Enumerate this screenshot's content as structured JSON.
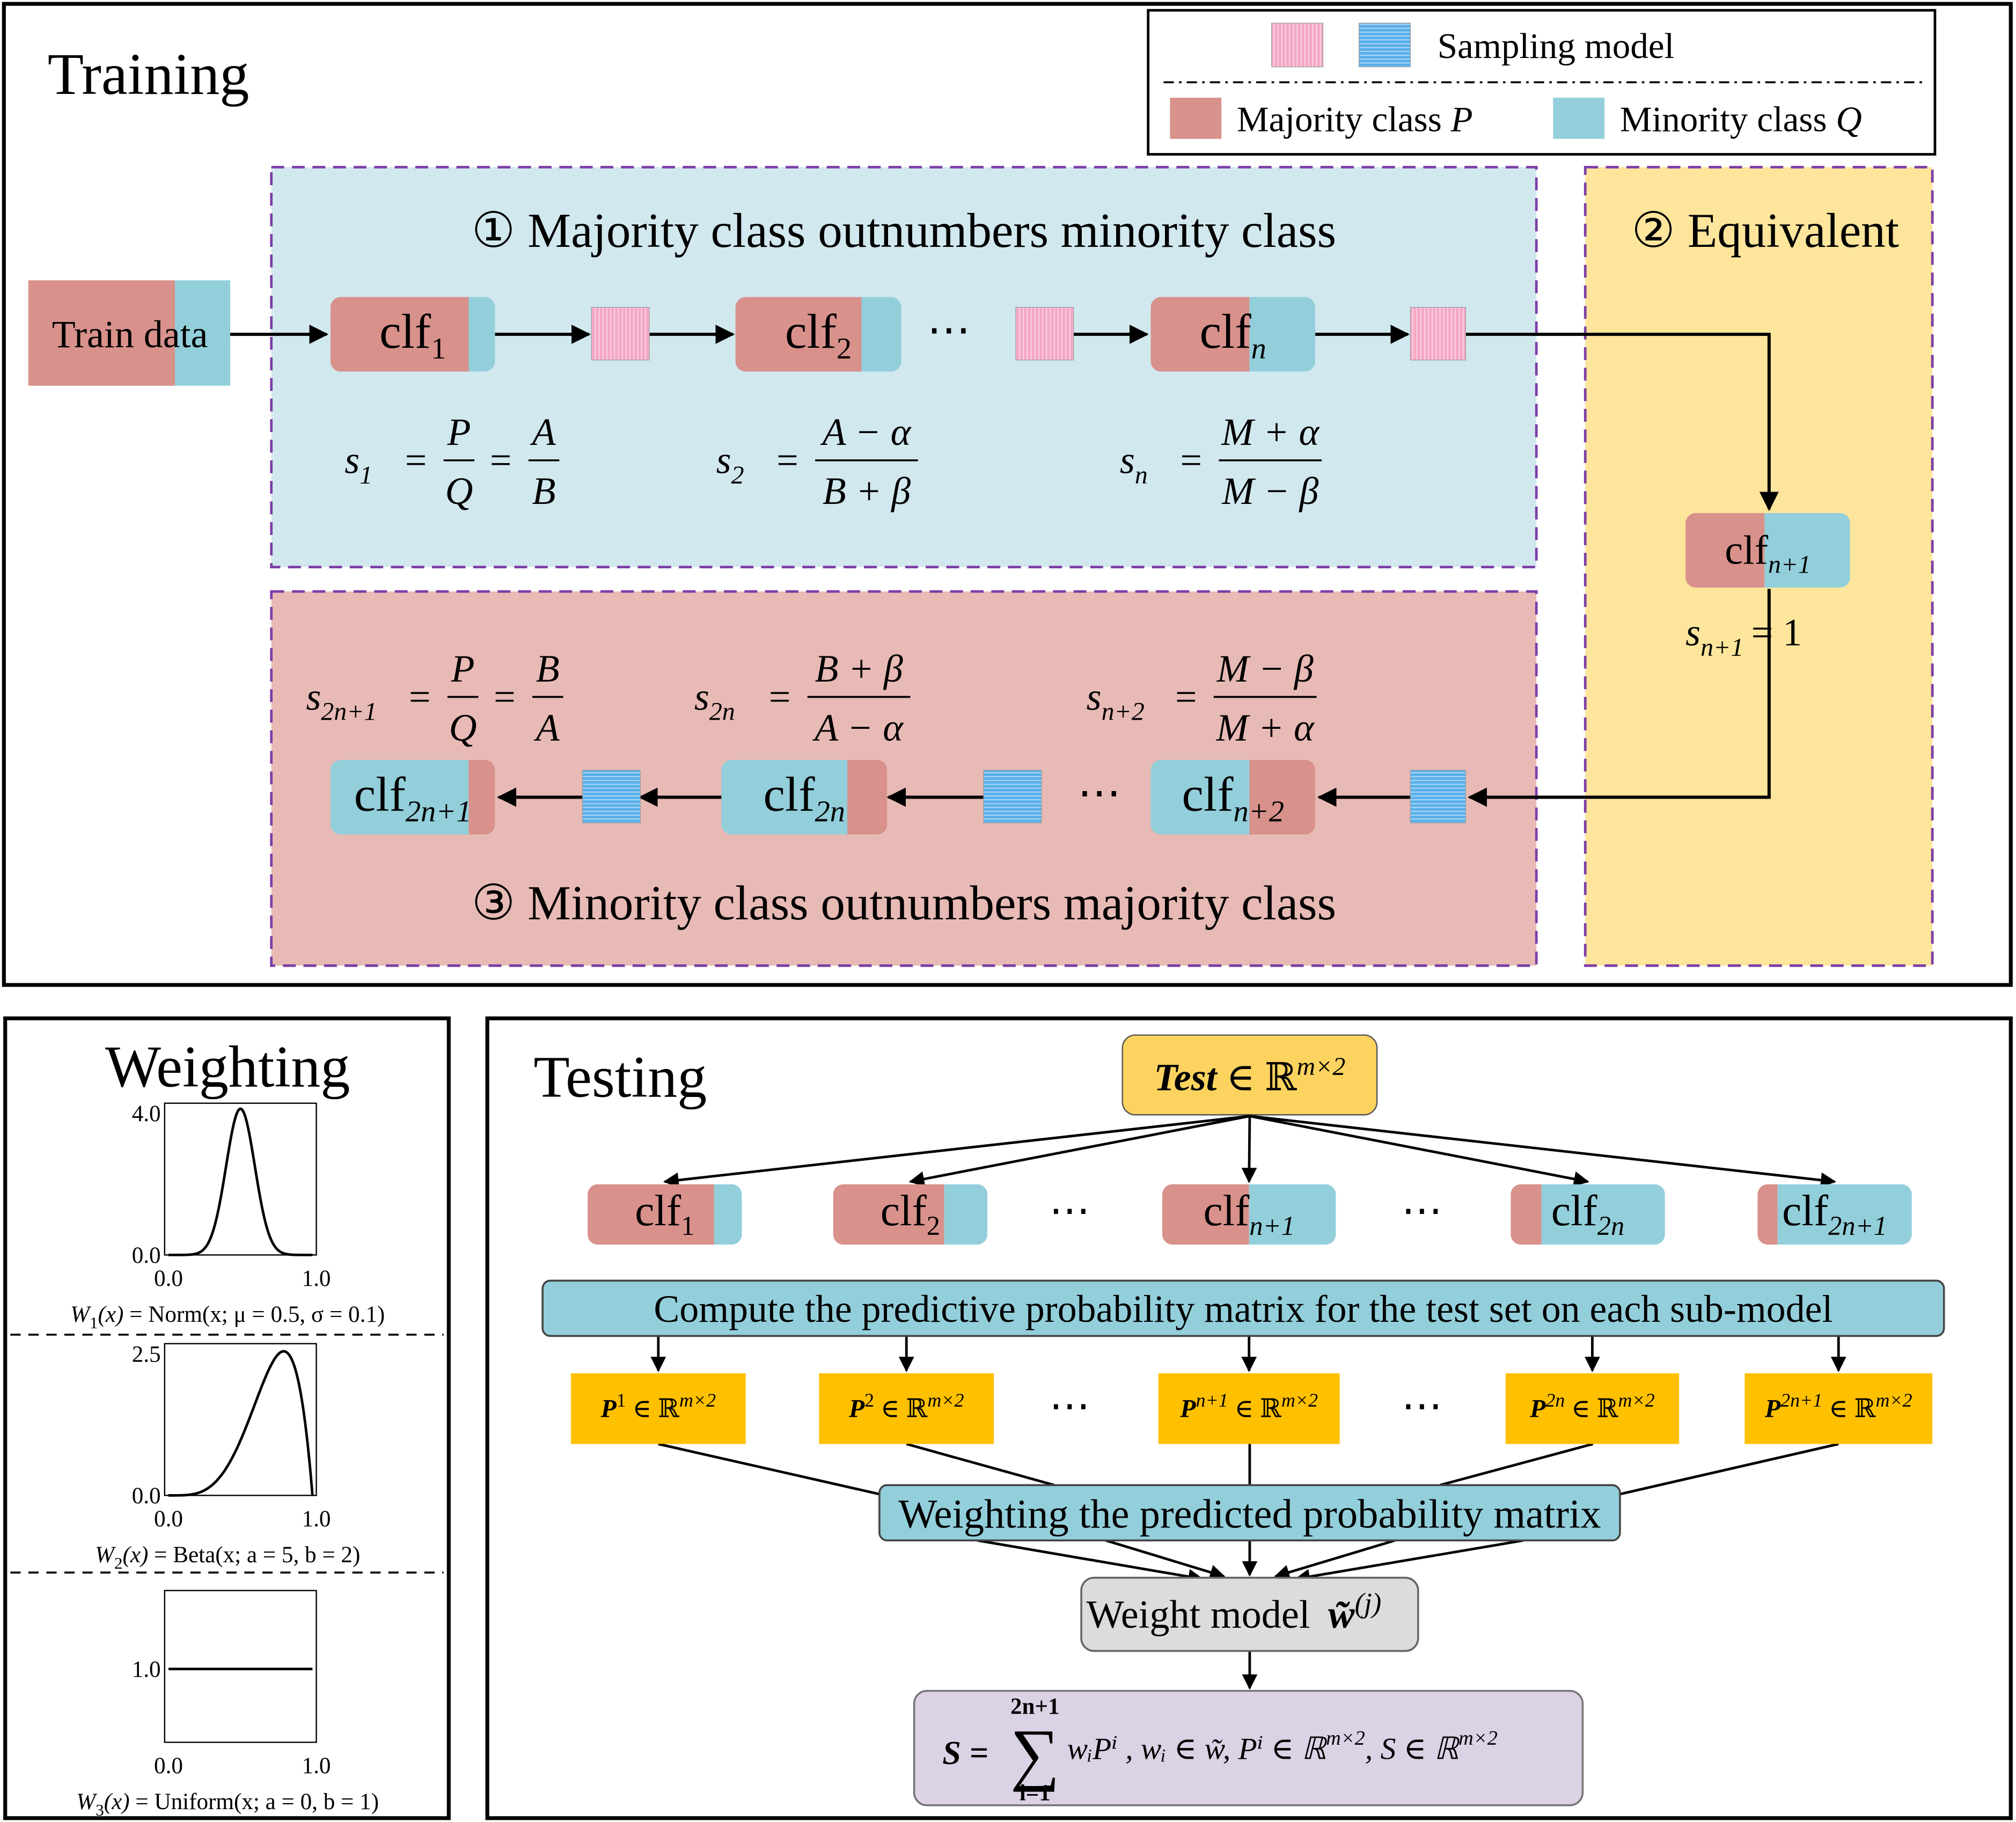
{
  "colors": {
    "majority": "#d8918b",
    "minority": "#93cfdb",
    "sampling_pink": "#f6a8c6",
    "sampling_blue": "#5ab0ea",
    "stage1_bg": "#d2e8ef",
    "stage3_bg": "#e8bab5",
    "stage2_bg": "#fde59c",
    "dashed_border": "#7d3fa6",
    "test_box": "#fcd35f",
    "prob_box": "#ffc000",
    "compute_bar": "#93cfdb",
    "weight_model_box": "#dcdcdc",
    "sum_box": "#dcd2e6"
  },
  "legend": {
    "sampling_label": "Sampling model",
    "majority_label": "Majority class",
    "majority_symbol": "P",
    "minority_label": "Minority class",
    "minority_symbol": "Q"
  },
  "training": {
    "title": "Training",
    "train_data": "Train data",
    "stage1_title": "① Majority class outnumbers minority class",
    "stage2_title": "② Equivalent",
    "stage3_title": "③ Minority class outnumbers majority class",
    "ellipsis": "⋯",
    "clf_base": "clf",
    "stage1": [
      {
        "sub": "1",
        "formula": {
          "lhs": "s",
          "lhs_sub": "1",
          "terms": [
            [
              "P",
              "Q"
            ],
            [
              "A",
              "B"
            ]
          ]
        }
      },
      {
        "sub": "2",
        "formula": {
          "lhs": "s",
          "lhs_sub": "2",
          "terms": [
            [
              "A − α",
              "B + β"
            ]
          ]
        }
      },
      {
        "sub": "n",
        "formula": {
          "lhs": "s",
          "lhs_sub": "n",
          "terms": [
            [
              "M + α",
              "M − β"
            ]
          ]
        }
      }
    ],
    "stage2": {
      "sub": "n+1",
      "formula_lhs": "s",
      "formula_sub": "n+1",
      "formula_rhs": "= 1"
    },
    "stage3": [
      {
        "sub": "2n+1",
        "formula": {
          "lhs": "s",
          "lhs_sub": "2n+1",
          "terms": [
            [
              "P",
              "Q"
            ],
            [
              "B",
              "A"
            ]
          ]
        }
      },
      {
        "sub": "2n",
        "formula": {
          "lhs": "s",
          "lhs_sub": "2n",
          "terms": [
            [
              "B + β",
              "A − α"
            ]
          ]
        }
      },
      {
        "sub": "n+2",
        "formula": {
          "lhs": "s",
          "lhs_sub": "n+2",
          "terms": [
            [
              "M − β",
              "M + α"
            ]
          ]
        }
      }
    ]
  },
  "weighting": {
    "title": "Weighting",
    "plots": [
      {
        "kind": "norm",
        "mu": 0.5,
        "sigma": 0.1,
        "ymax": 4.0,
        "ytick_top": "4.0",
        "ytick_bottom": "0.0",
        "xtick_left": "0.0",
        "xtick_right": "1.0",
        "caption_w": "W",
        "caption_sub": "1",
        "caption_arg": "(x)",
        "caption_rest": " = Norm(x; μ = 0.5, σ = 0.1)"
      },
      {
        "kind": "beta",
        "a": 5,
        "b": 2,
        "ymax": 2.5,
        "ytick_top": "2.5",
        "ytick_bottom": "0.0",
        "xtick_left": "0.0",
        "xtick_right": "1.0",
        "caption_w": "W",
        "caption_sub": "2",
        "caption_arg": "(x)",
        "caption_rest": " = Beta(x; a = 5, b = 2)"
      },
      {
        "kind": "uniform",
        "ymax": 2.0,
        "ytick_mid": "1.0",
        "xtick_left": "0.0",
        "xtick_right": "1.0",
        "caption_w": "W",
        "caption_sub": "3",
        "caption_arg": "(x)",
        "caption_rest": " = Uniform(x; a = 0, b = 1)"
      }
    ]
  },
  "testing": {
    "title": "Testing",
    "test_box": {
      "bold": "Test",
      "rest": " ∈ ℝ",
      "sup": "m×2"
    },
    "classifiers": [
      {
        "base": "clf",
        "sub": "1",
        "split": 0.82
      },
      {
        "base": "clf",
        "sub": "2",
        "split": 0.72
      },
      {
        "base": "clf",
        "sub": "n+1",
        "split": 0.5
      },
      {
        "base": "clf",
        "sub": "2n",
        "split": 0.2
      },
      {
        "base": "clf",
        "sub": "2n+1",
        "split": 0.13
      }
    ],
    "compute_label": "Compute the predictive probability matrix for the test set on each sub-model",
    "probs": [
      {
        "base": "P",
        "sup": "1"
      },
      {
        "base": "P",
        "sup": "2"
      },
      {
        "base": "P",
        "sup": "n+1"
      },
      {
        "base": "P",
        "sup": "2n"
      },
      {
        "base": "P",
        "sup": "2n+1"
      }
    ],
    "prob_rest": " ∈ ℝ",
    "prob_sup": "m×2",
    "ellipsis": "⋯",
    "weighting_bar_label": "Weighting the predicted probability matrix",
    "weight_model_label": "Weight model",
    "weight_model_symbol": "w̃",
    "weight_model_sup": "(j)",
    "sum_formula": {
      "lhs": "S = ",
      "sum_top": "2n+1",
      "sum_bottom": "i=1",
      "body": "wᵢPⁱ , wᵢ ∈ w̃, Pⁱ ∈ ℝ",
      "sup1": "m×2",
      "mid": ", S ∈ ℝ",
      "sup2": "m×2"
    }
  }
}
